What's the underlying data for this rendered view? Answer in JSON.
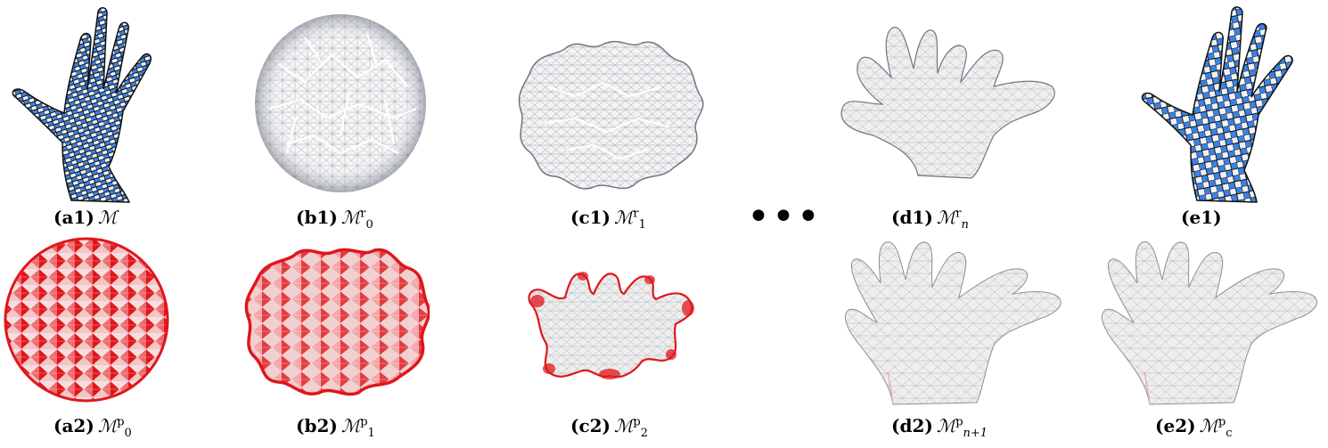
{
  "colors": {
    "mesh_blue": "#3b82e6",
    "mesh_white": "#f2f2f2",
    "mesh_dark": "#111111",
    "wire_grey": "#9ea3ad",
    "fill_light": "#ededed",
    "distortion_red": "#e0161b"
  },
  "ellipsis": "•••",
  "captions": {
    "a1": {
      "label": "(a1)",
      "symbol": "ℳ",
      "sup": "",
      "sub": ""
    },
    "b1": {
      "label": "(b1)",
      "symbol": "ℳ",
      "sup": "r",
      "sub": "0"
    },
    "c1": {
      "label": "(c1)",
      "symbol": "ℳ",
      "sup": "r",
      "sub": "1"
    },
    "d1": {
      "label": "(d1)",
      "symbol": "ℳ",
      "sup": "r",
      "sub": "n"
    },
    "e1": {
      "label": "(e1)",
      "symbol": "",
      "sup": "",
      "sub": ""
    },
    "a2": {
      "label": "(a2)",
      "symbol": "ℳ",
      "sup": "p",
      "sub": "0"
    },
    "b2": {
      "label": "(b2)",
      "symbol": "ℳ",
      "sup": "p",
      "sub": "1"
    },
    "c2": {
      "label": "(c2)",
      "symbol": "ℳ",
      "sup": "p",
      "sub": "2"
    },
    "d2": {
      "label": "(d2)",
      "symbol": "ℳ",
      "sup": "p",
      "sub": "n+1"
    },
    "e2": {
      "label": "(e2)",
      "symbol": "ℳ",
      "sup": "p",
      "sub": "c"
    }
  },
  "panels": {
    "a1": "textured-hand-mesh",
    "b1": "disk-wireframe-mesh",
    "c1": "wavy-disk-wireframe-mesh",
    "d1": "flattened-hand-wireframe-mesh",
    "e1": "checkerboard-hand-mesh",
    "a2": "red-distortion-disk",
    "b2": "red-distortion-wavy-disk",
    "c2": "red-distortion-small-hand",
    "d2": "light-distortion-hand",
    "e2": "light-distortion-hand-final"
  }
}
